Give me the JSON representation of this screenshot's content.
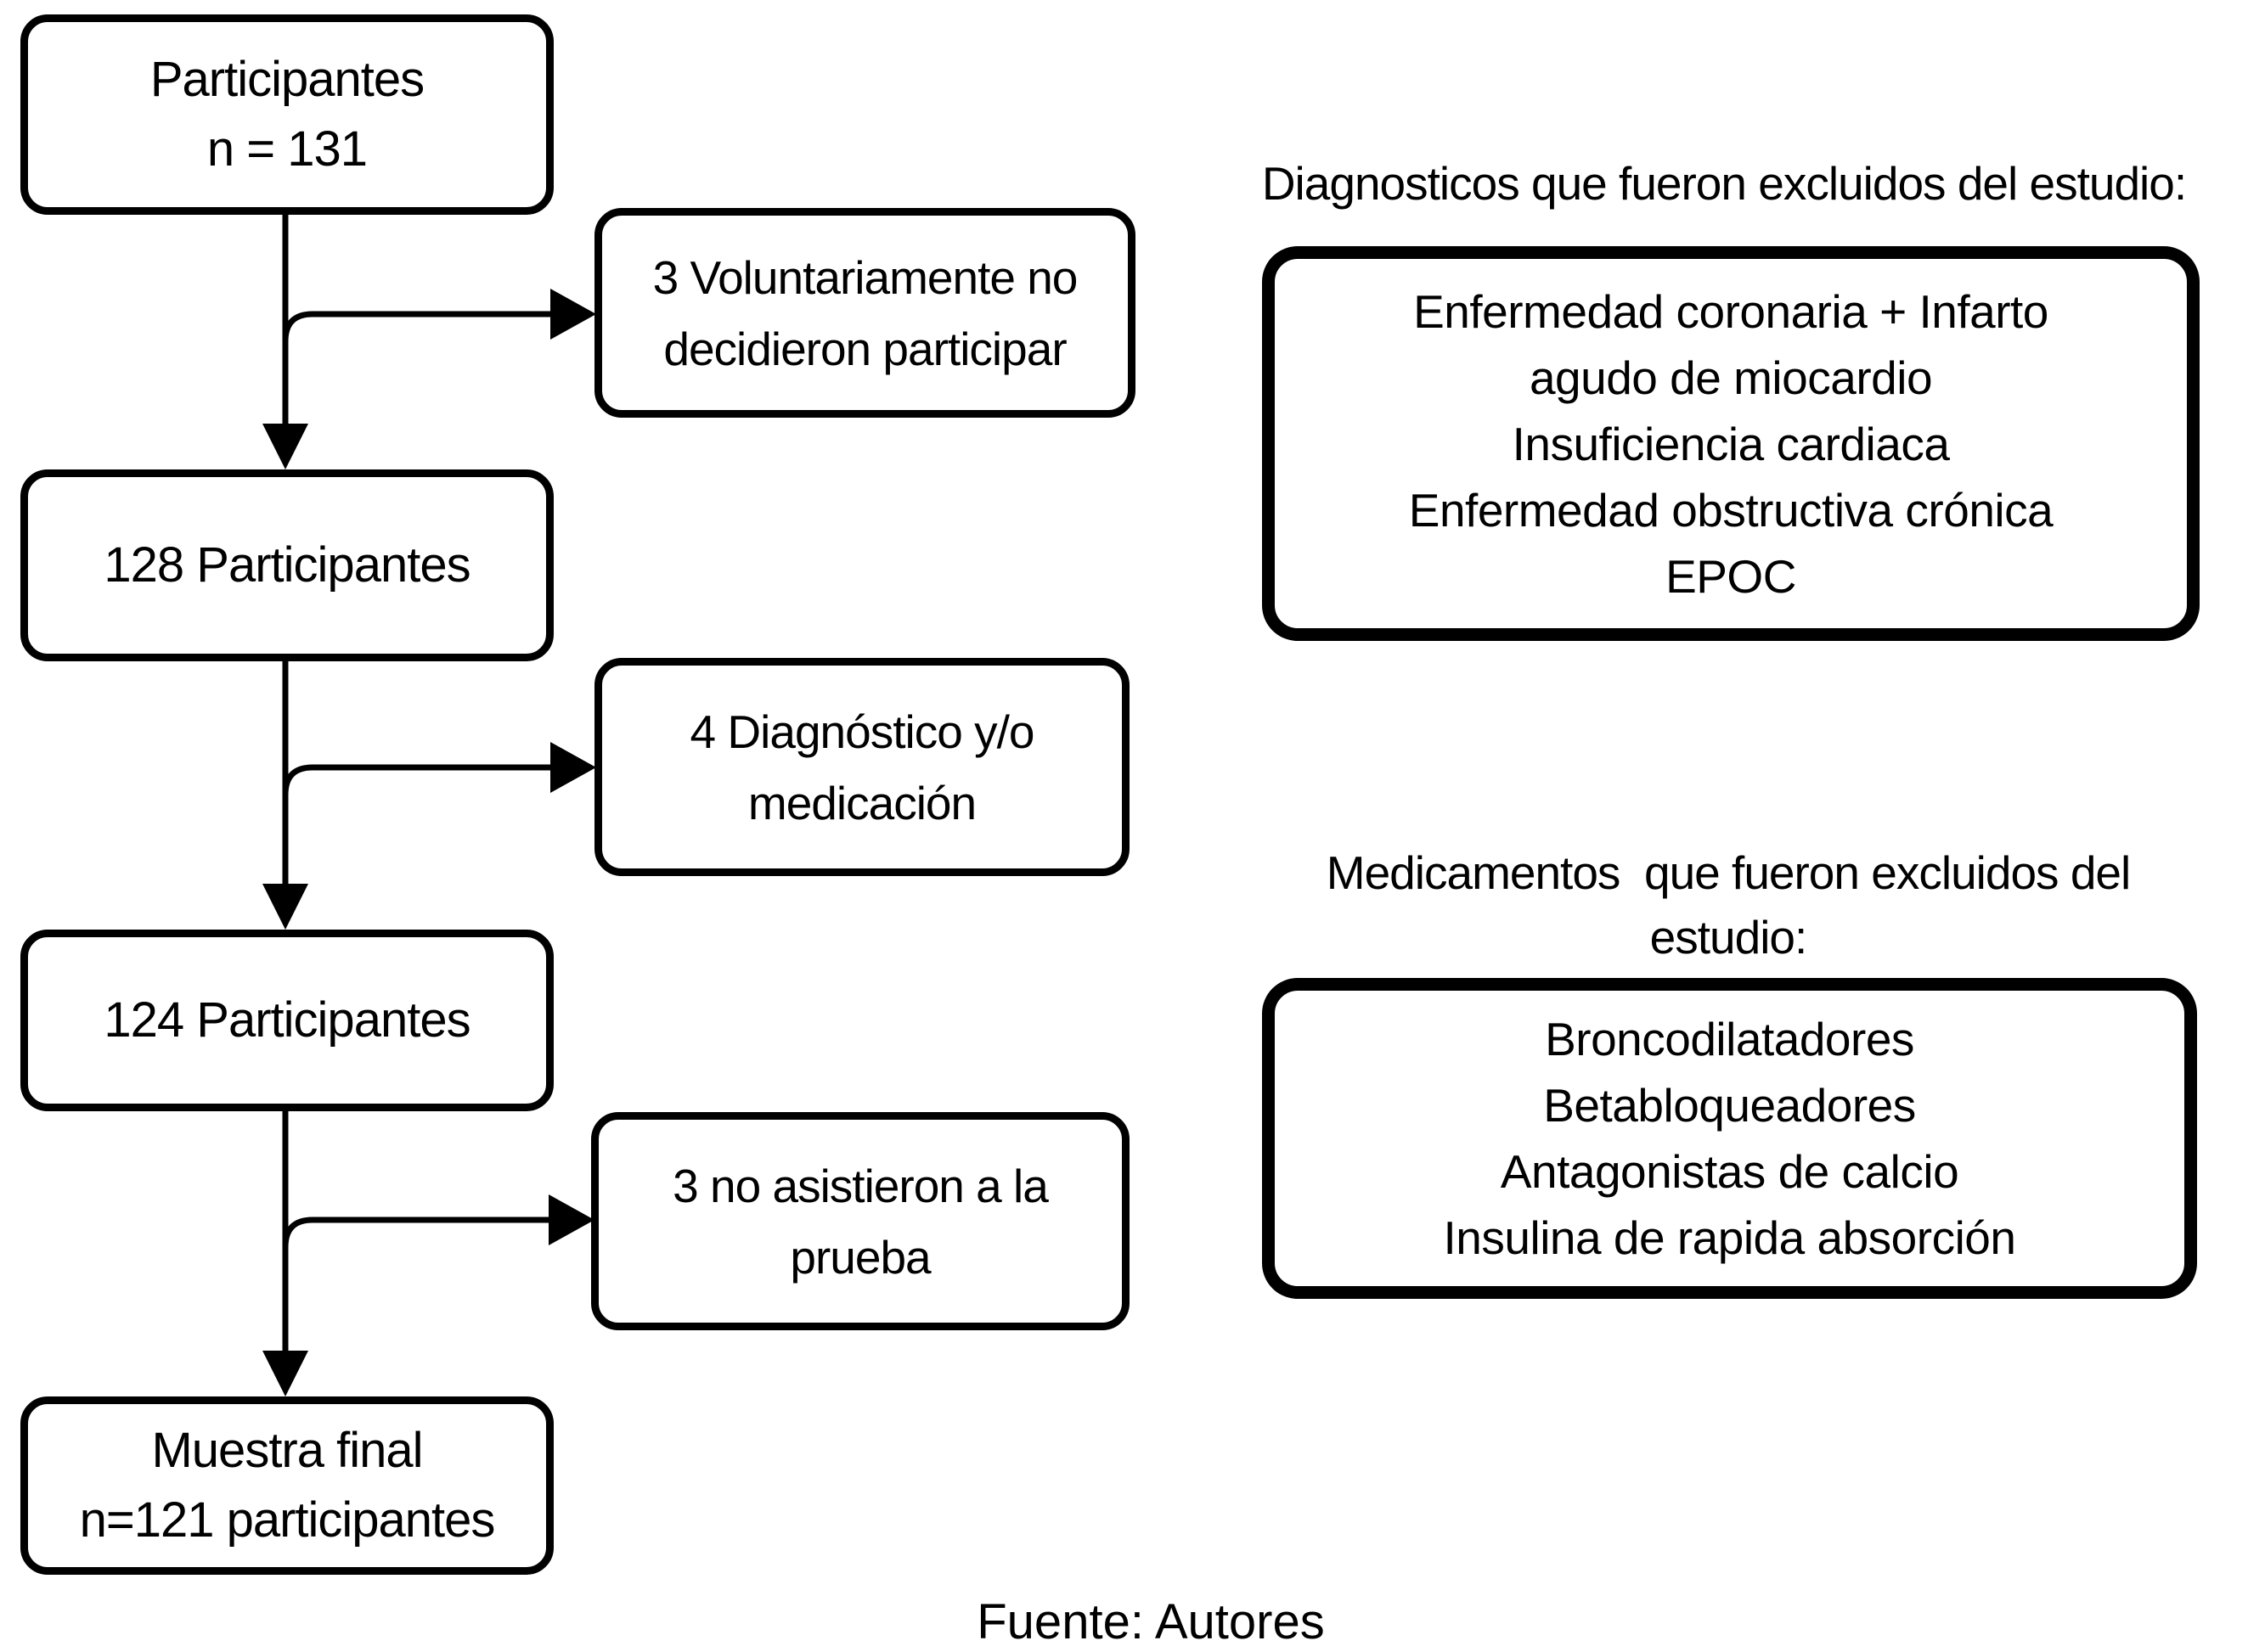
{
  "flowchart": {
    "steps": [
      {
        "lines": [
          "Participantes",
          "n = 131"
        ]
      },
      {
        "lines": [
          "128 Participantes"
        ]
      },
      {
        "lines": [
          "124 Participantes"
        ]
      },
      {
        "lines": [
          "Muestra final",
          "n=121 participantes"
        ]
      }
    ],
    "branches": [
      {
        "lines": [
          "3 Voluntariamente no",
          "decidieron participar"
        ]
      },
      {
        "lines": [
          "4 Diagnóstico y/o",
          "medicación"
        ]
      },
      {
        "lines": [
          "3 no asistieron a la",
          "prueba"
        ]
      }
    ]
  },
  "exclusions": {
    "diagnostics": {
      "heading": "Diagnosticos que fueron excluidos del estudio:",
      "lines": [
        "Enfermedad coronaria + Infarto",
        "agudo de miocardio",
        "Insuficiencia cardiaca",
        "Enfermedad obstructiva crónica",
        "EPOC"
      ]
    },
    "medications": {
      "heading_lines": [
        "Medicamentos  que fueron excluidos del",
        "estudio:"
      ],
      "lines": [
        "Broncodilatadores",
        "Betabloqueadores",
        "Antagonistas de calcio",
        "Insulina de rapida absorción"
      ]
    }
  },
  "footer": {
    "source": "Fuente: Autores"
  },
  "colors": {
    "ink": "#000000",
    "background": "#ffffff"
  }
}
